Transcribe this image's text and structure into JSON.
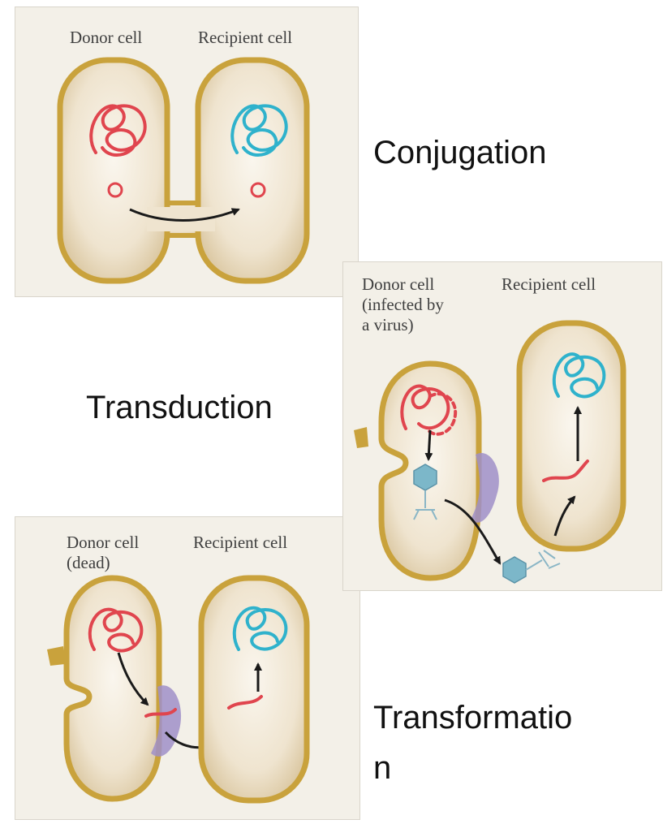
{
  "conjugation": {
    "donor_label": "Donor cell",
    "recipient_label": "Recipient cell",
    "title": "Conjugation"
  },
  "transduction": {
    "donor_label": "Donor cell\n(infected by\na virus)",
    "recipient_label": "Recipient cell",
    "title": "Transduction"
  },
  "transformation": {
    "donor_label": "Donor cell\n(dead)",
    "recipient_label": "Recipient cell",
    "title_line1": "Transformatio",
    "title_line2": "n"
  },
  "colors": {
    "donor_dna": "#e0454e",
    "recipient_dna": "#2fb2cc",
    "cell_wall": "#c9a23c",
    "cytoplasm": "#efe4cf",
    "debris": "#9f8fc8"
  }
}
